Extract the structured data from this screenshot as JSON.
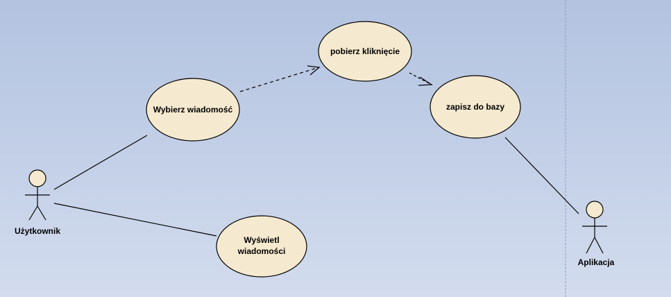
{
  "diagram": {
    "type": "use-case",
    "colors": {
      "usecase_fill": "#f5e9cf",
      "usecase_stroke": "#000000",
      "actor_head_fill": "#f5e9cf",
      "boundary_line": "#8a9bd0"
    },
    "actors": [
      {
        "id": "uzytkownik",
        "label": "Użytkownik"
      },
      {
        "id": "aplikacja",
        "label": "Aplikacja"
      }
    ],
    "use_cases": [
      {
        "id": "wybierz",
        "lines": [
          "Wybierz wiadomość"
        ]
      },
      {
        "id": "pobierz",
        "lines": [
          "pobierz kliknięcie"
        ]
      },
      {
        "id": "zapisz",
        "lines": [
          "zapisz do bazy"
        ]
      },
      {
        "id": "wyswietl",
        "lines": [
          "Wyświetl",
          "wiadomości"
        ]
      }
    ],
    "relations": [
      {
        "from": "uzytkownik",
        "to": "wybierz",
        "kind": "association"
      },
      {
        "from": "uzytkownik",
        "to": "wyswietl",
        "kind": "association"
      },
      {
        "from": "wybierz",
        "to": "pobierz",
        "kind": "dependency"
      },
      {
        "from": "pobierz",
        "to": "zapisz",
        "kind": "dependency"
      },
      {
        "from": "zapisz",
        "to": "aplikacja",
        "kind": "association"
      }
    ]
  }
}
